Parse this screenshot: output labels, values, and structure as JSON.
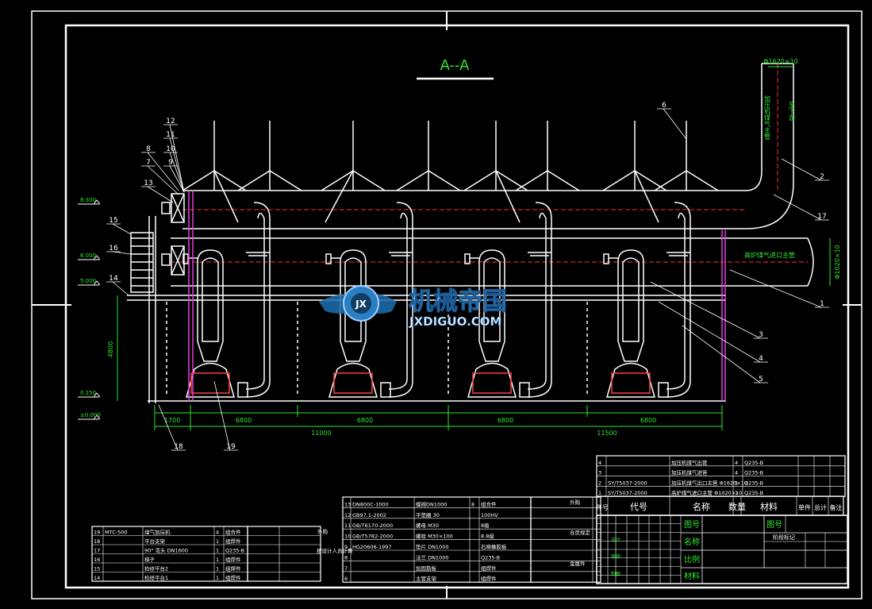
{
  "drawing": {
    "section_title": "A--A",
    "callouts": [
      "1",
      "2",
      "3",
      "4",
      "5",
      "6",
      "7",
      "8",
      "9",
      "10",
      "11",
      "12",
      "13",
      "14",
      "15",
      "16",
      "17",
      "18",
      "19"
    ],
    "elevations": [
      "8.300",
      "6.000",
      "5.000",
      "0.150",
      "±0.000"
    ],
    "dimensions": {
      "spans": [
        "1700",
        "6800",
        "6800",
        "6800",
        "6800"
      ],
      "totals": [
        "11000",
        "11500"
      ],
      "height": "4800",
      "pipe_top": "Φ1620×10",
      "pipe_right": "Φ1020×10"
    },
    "pipe_labels": {
      "main_vertical": "加压机煤气主管",
      "vertical_side": "至下游",
      "horizontal": "高炉煤气进口主管"
    }
  },
  "watermark": {
    "text_cn": "机械帝国",
    "text_en": "JXDIGUO.COM",
    "badge": "JX"
  },
  "title_block": {
    "header": [
      "件号",
      "代号",
      "名称",
      "数量",
      "材料",
      "单件",
      "总计",
      "备注"
    ],
    "upper_rows": [
      {
        "no": "4",
        "code": "",
        "name": "加压机煤气出管",
        "qty": "4",
        "mat": "Q235-B"
      },
      {
        "no": "3",
        "code": "",
        "name": "加压机煤气进管",
        "qty": "4",
        "mat": "Q235-B"
      },
      {
        "no": "2",
        "code": "SY/T5037-2000",
        "name": "加压机煤气出口主管 Φ1620×10",
        "qty": "1",
        "mat": "Q235-B"
      },
      {
        "no": "1",
        "code": "SY/T5037-2000",
        "name": "高炉煤气进口主管 Φ1020×10",
        "qty": "1",
        "mat": "Q235-B"
      }
    ],
    "labels": {
      "drawing_no": "图号",
      "title": "名称",
      "scale": "比例",
      "stage": "阶段标记",
      "design": "设计",
      "check": "审核",
      "drawn": "制图",
      "material": "材料"
    }
  },
  "parts_left": [
    {
      "no": "19",
      "code": "MTC-500",
      "name": "煤气加压机",
      "qty": "4",
      "mat": "组合件"
    },
    {
      "no": "18",
      "code": "",
      "name": "平台支架",
      "qty": "1",
      "mat": "组焊件"
    },
    {
      "no": "17",
      "code": "",
      "name": "90° 弯头 DN1600",
      "qty": "1",
      "mat": "Q235-B"
    },
    {
      "no": "16",
      "code": "",
      "name": "梯子",
      "qty": "1",
      "mat": "组焊件"
    },
    {
      "no": "15",
      "code": "",
      "name": "检修平台2",
      "qty": "1",
      "mat": "组焊件"
    },
    {
      "no": "14",
      "code": "",
      "name": "检修平台1",
      "qty": "1",
      "mat": "组焊件"
    }
  ],
  "parts_mid": [
    {
      "no": "13",
      "code": "DN800C-1000",
      "name": "蝶阀DN1000",
      "qty": "8",
      "mat": "组合件"
    },
    {
      "no": "12",
      "code": "GB97.1-2002",
      "name": "平垫圈 30",
      "qty": "",
      "mat": "100HV"
    },
    {
      "no": "11",
      "code": "GB/T6170-2000",
      "name": "螺母 M30",
      "qty": "",
      "mat": "8级"
    },
    {
      "no": "10",
      "code": "GB/T5782-2000",
      "name": "螺栓 M30×100",
      "qty": "",
      "mat": "8.8级"
    },
    {
      "no": "9",
      "code": "HG20606-1997",
      "name": "垫片 DN1000",
      "qty": "",
      "mat": "石棉橡胶板"
    },
    {
      "no": "8",
      "code": "",
      "name": "法兰 DN1000",
      "qty": "",
      "mat": "Q235-B"
    },
    {
      "no": "7",
      "code": "",
      "name": "加固筋板",
      "qty": "",
      "mat": "组焊件"
    },
    {
      "no": "6",
      "code": "",
      "name": "主管支架",
      "qty": "",
      "mat": "组焊件"
    }
  ],
  "parts_right_notes": [
    "外购",
    "按设计人员计算",
    "外购",
    "合页规定",
    "金属件"
  ]
}
